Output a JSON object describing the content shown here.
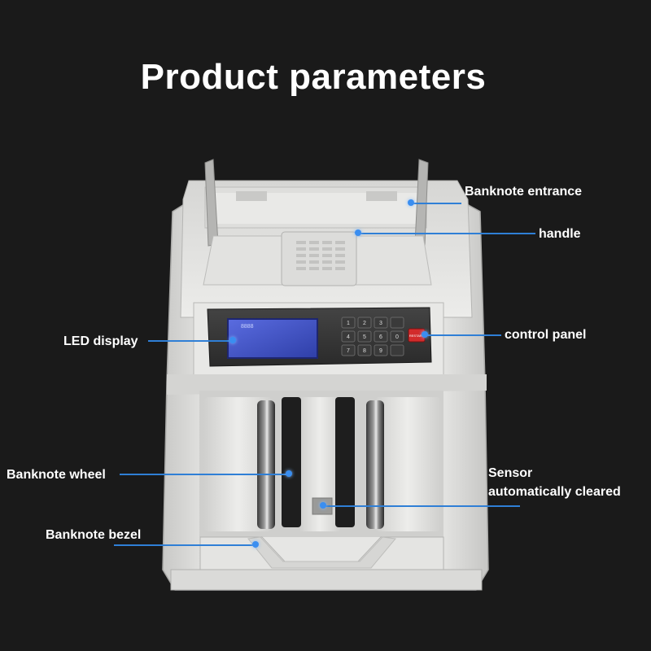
{
  "title": "Product parameters",
  "callouts": {
    "banknote_entrance": "Banknote entrance",
    "handle": "handle",
    "led_display": "LED display",
    "control_panel": "control panel",
    "banknote_wheel": "Banknote wheel",
    "sensor_line1": "Sensor",
    "sensor_line2": "automatically cleared",
    "banknote_bezel": "Banknote bezel"
  },
  "keypad": {
    "keys": [
      "1",
      "2",
      "3",
      "4",
      "5",
      "6",
      "7",
      "8",
      "9",
      "0"
    ],
    "restart": "RESTART"
  },
  "colors": {
    "background": "#1a1a1a",
    "callout_line": "#2f7fd6",
    "machine_body": "#e2e2e0",
    "lcd": "#3c4fc2"
  }
}
